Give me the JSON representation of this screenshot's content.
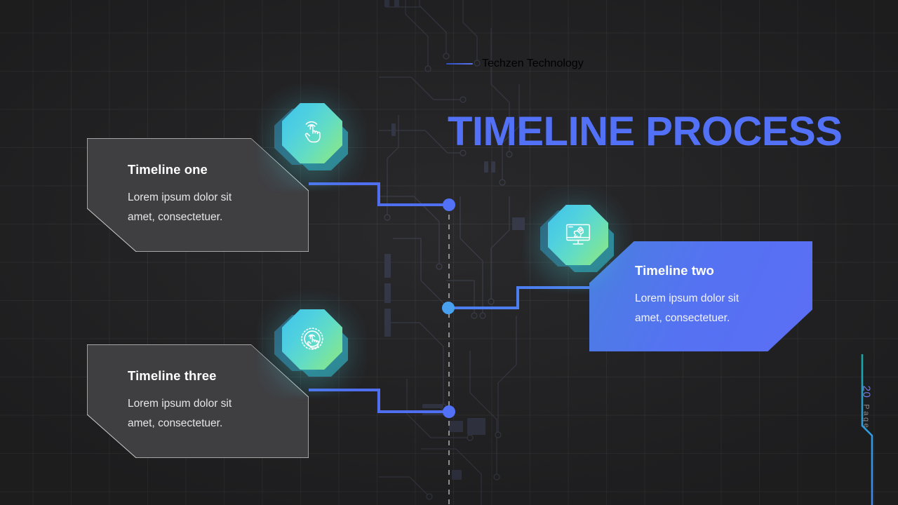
{
  "slide": {
    "kicker": "Techzen Technology",
    "title": "TIMELINE PROCESS",
    "page_label": "Page",
    "page_number": "20",
    "theme": {
      "background": "#252527",
      "grid_line": "#3a3a3c",
      "title_blue": "#5271f7",
      "kicker_teal": "#1e9a84",
      "card_dark": "#3f3f42",
      "card_blue": "#5572f2",
      "connector_blue": "#4f6ef0",
      "dot_blue_light": "#49a0ef",
      "icon_gradient_start": "#3fc3e8",
      "icon_gradient_end": "#8fe88c",
      "spine_dash": "#8e8e8e"
    }
  },
  "timeline": {
    "items": [
      {
        "id": "one",
        "title": "Timeline one",
        "body_line1": "Lorem ipsum dolor sit",
        "body_line2": "amet, consectetuer.",
        "icon": "tap-hand-icon",
        "side": "left",
        "variant": "dark"
      },
      {
        "id": "two",
        "title": "Timeline two",
        "body_line1": "Lorem ipsum dolor sit",
        "body_line2": "amet, consectetuer.",
        "icon": "monitor-rocket-icon",
        "side": "right",
        "variant": "blue"
      },
      {
        "id": "three",
        "title": "Timeline three",
        "body_line1": "Lorem ipsum dolor sit",
        "body_line2": "amet, consectetuer.",
        "icon": "radar-tap-icon",
        "side": "left",
        "variant": "dark"
      }
    ]
  }
}
